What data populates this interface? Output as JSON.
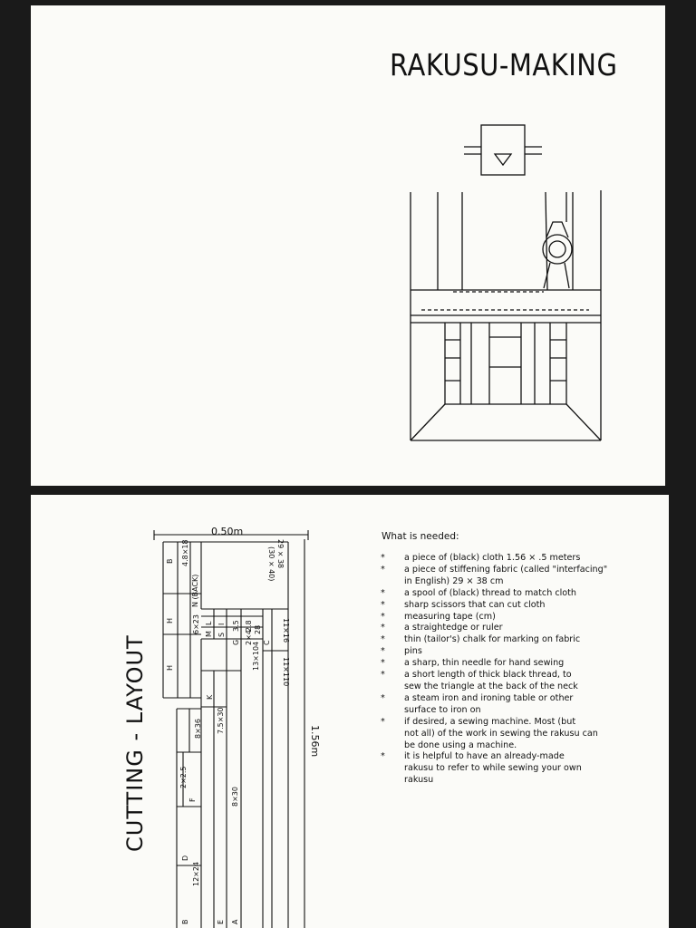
{
  "top_page": {
    "title": "RAKUSU-MAKING"
  },
  "bottom_page": {
    "needs_heading": "What is needed:",
    "needs": [
      {
        "bullet": "*",
        "lines": [
          "a piece of (black) cloth 1.56 × .5 meters"
        ]
      },
      {
        "bullet": "*",
        "lines": [
          "a piece of stiffening fabric (called \"interfacing\"",
          "in English)   29 × 38 cm"
        ]
      },
      {
        "bullet": "*",
        "lines": [
          "a spool of (black) thread to match cloth"
        ]
      },
      {
        "bullet": "*",
        "lines": [
          "sharp scissors that can cut cloth"
        ]
      },
      {
        "bullet": "*",
        "lines": [
          "measuring tape (cm)"
        ]
      },
      {
        "bullet": "*",
        "lines": [
          "a straightedge or ruler"
        ]
      },
      {
        "bullet": "*",
        "lines": [
          "thin (tailor's) chalk for marking on fabric"
        ]
      },
      {
        "bullet": "*",
        "lines": [
          "pins"
        ]
      },
      {
        "bullet": "*",
        "lines": [
          "a sharp, thin needle for hand sewing"
        ]
      },
      {
        "bullet": "*",
        "lines": [
          "a short length of thick black thread, to",
          "sew the triangle at the back of the neck"
        ]
      },
      {
        "bullet": "*",
        "lines": [
          "a steam iron and ironing table or other",
          "surface to iron on"
        ]
      },
      {
        "bullet": "*",
        "lines": [
          "if desired, a sewing machine. Most (but",
          "not all) of the work in sewing the rakusu can",
          "be done using a machine."
        ]
      },
      {
        "bullet": "*",
        "lines": [
          "it is helpful  to have an already-made",
          "rakusu to refer to while sewing your own",
          "rakusu"
        ]
      }
    ],
    "cutting_title": "CUTTING - LAYOUT",
    "layout": {
      "width_label": "0.50m",
      "length_label": "1.56m",
      "piece_labels": {
        "b_top": "B",
        "b_size": "4.8×18",
        "back_size": "(30 × 40)",
        "back_size2": "29 × 38",
        "n_back": "N (BACK)",
        "h_letter": "H",
        "h_size": "6×23",
        "h2": "H",
        "o_size": "11×16",
        "vertical_1": "11×110",
        "vertical_2": "13×104",
        "vertical_3": "7.5×30",
        "vertical_4": "8×36",
        "k_letter": "K",
        "j_size": "12×24",
        "letters_small": [
          "L",
          "I",
          "M",
          "S",
          "G"
        ],
        "sizes_small": [
          "3.5",
          "2.8",
          "2×4",
          "28"
        ],
        "f_letter": "F",
        "d_letter": "D",
        "e_letter": "E",
        "a_letter": "A",
        "c_letter": "C",
        "b_bottom": "B",
        "x_size": "2×2.5",
        "misc": "8×30"
      }
    }
  }
}
